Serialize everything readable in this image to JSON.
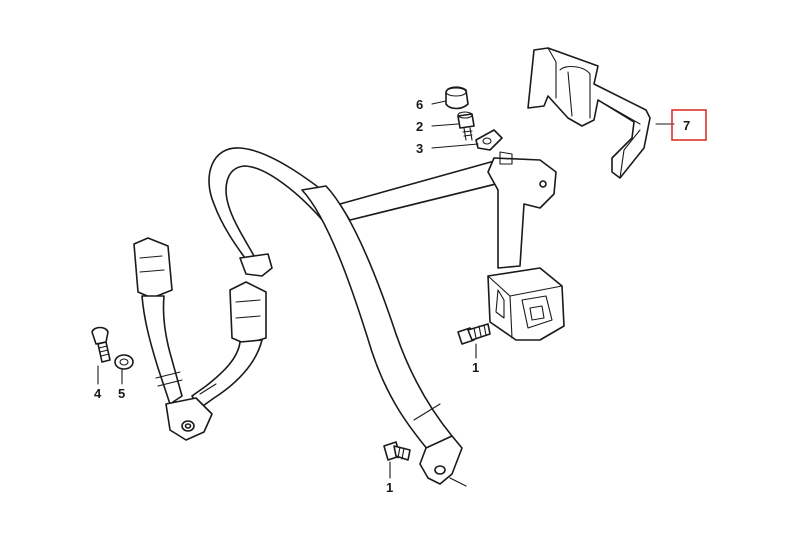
{
  "callouts": {
    "c6": "6",
    "c2": "2",
    "c3": "3",
    "c7": "7",
    "c1_retractor": "1",
    "c4": "4",
    "c5": "5",
    "c1_bottom": "1"
  },
  "highlight": {
    "callout": "7",
    "color": "#d9342b"
  }
}
